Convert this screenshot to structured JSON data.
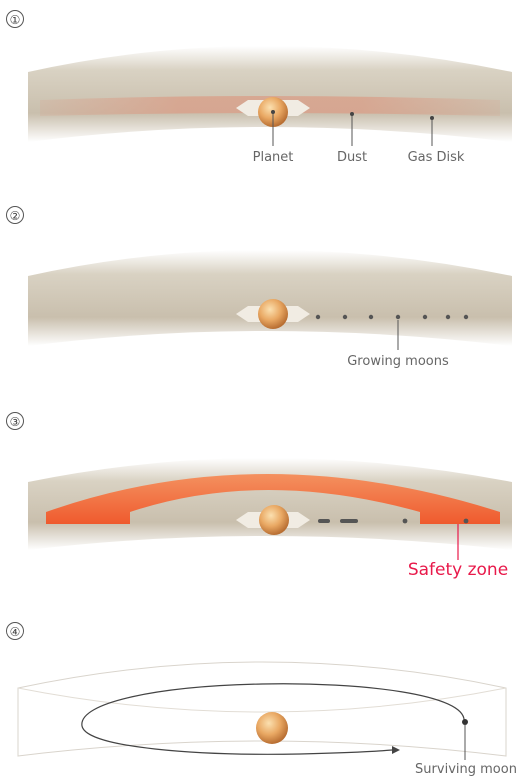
{
  "steps": [
    {
      "number": "①",
      "labels": {
        "planet": "Planet",
        "dust": "Dust",
        "gas_disk": "Gas Disk"
      }
    },
    {
      "number": "②",
      "labels": {
        "growing_moons": "Growing moons"
      }
    },
    {
      "number": "③",
      "labels": {
        "safety_zone": "Safety zone"
      }
    },
    {
      "number": "④",
      "labels": {
        "surviving_moon": "Surviving moon"
      }
    }
  ],
  "colors": {
    "disk_fill": "#d8d1c2",
    "disk_shadow": "#b8ad98",
    "dust_band": "#d7a089",
    "safety_zone": "#f26a3c",
    "safety_label": "#e8194a",
    "planet": "#e6a45c",
    "moon": "#555555"
  }
}
